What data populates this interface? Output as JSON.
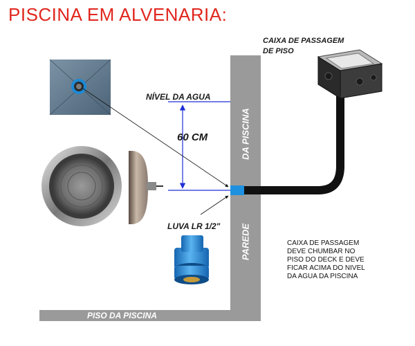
{
  "title": "PISCINA EM ALVENARIA:",
  "labels": {
    "caixa_passagem": [
      "CAIXA DE PASSAGEM",
      "DE PISO"
    ],
    "nivel_agua": "NÍVEL DA AGUA",
    "distance": "60 CM",
    "luva": "LUVA LR 1/2\"",
    "da_piscina": "DA PISCINA",
    "parede": "PAREDE",
    "piso": "PISO DA PISCINA"
  },
  "note": [
    "CAIXA DE PASSAGEM",
    "DEVE CHUMBAR NO",
    "PISO DO DECK E DEVE",
    "FICAR ACIMA DO NIVEL",
    "DA AGUA DA PISCINA"
  ],
  "colors": {
    "title": "#e0261d",
    "wall": "#9a9a9a",
    "arrow": "#1f2fd6",
    "fitting": "#1e90e0",
    "pipe": "#111111"
  }
}
